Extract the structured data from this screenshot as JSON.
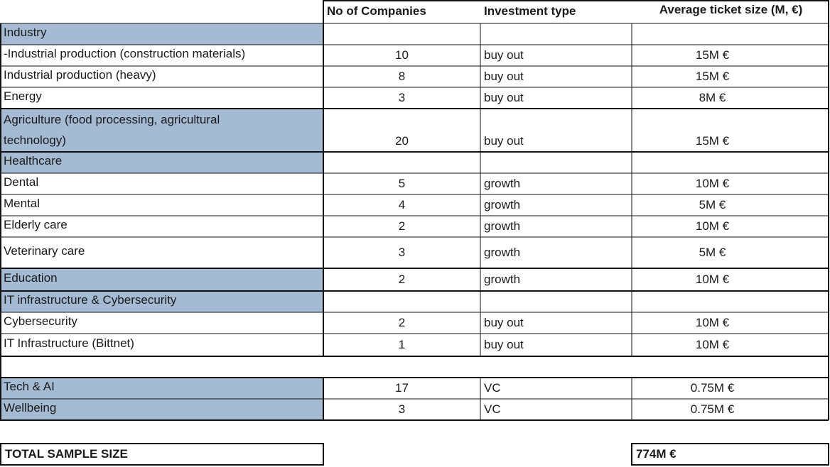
{
  "headers": {
    "companies": "No of Companies",
    "investment_type": "Investment type",
    "ticket_size": "Average ticket size (M, €)"
  },
  "rows": [
    {
      "label": "Industry",
      "category": true,
      "companies": "",
      "type": "",
      "ticket": ""
    },
    {
      "label": "-Industrial production (construction materials)",
      "category": false,
      "companies": "10",
      "type": "buy out",
      "ticket": "15M €"
    },
    {
      "label": "Industrial production (heavy)",
      "category": false,
      "companies": "8",
      "type": "buy out",
      "ticket": "15M €"
    },
    {
      "label": "Energy",
      "category": false,
      "companies": "3",
      "type": "buy out",
      "ticket": "8M €"
    },
    {
      "label": "Agriculture (food processing, agricultural",
      "label2": "technology)",
      "category": true,
      "companies": "20",
      "type": "buy out",
      "ticket": "15M €"
    },
    {
      "label": "Healthcare",
      "category": true,
      "companies": "",
      "type": "",
      "ticket": ""
    },
    {
      "label": "Dental",
      "category": false,
      "companies": "5",
      "type": "growth",
      "ticket": "10M €"
    },
    {
      "label": "Mental",
      "category": false,
      "companies": "4",
      "type": "growth",
      "ticket": "5M €"
    },
    {
      "label": "Elderly care",
      "category": false,
      "companies": "2",
      "type": "growth",
      "ticket": "10M €"
    },
    {
      "label": "Veterinary care",
      "category": false,
      "companies": "3",
      "type": "growth",
      "ticket": "5M €"
    },
    {
      "label": "Education",
      "category": true,
      "companies": "2",
      "type": "growth",
      "ticket": "10M €"
    },
    {
      "label": "IT infrastructure & Cybersecurity",
      "category": true,
      "companies": "",
      "type": "",
      "ticket": ""
    },
    {
      "label": "Cybersecurity",
      "category": false,
      "companies": "2",
      "type": "buy out",
      "ticket": "10M €"
    },
    {
      "label": "IT Infrastructure (Bittnet)",
      "category": false,
      "companies": "1",
      "type": "buy out",
      "ticket": "10M €"
    },
    {
      "label": "",
      "category": false,
      "companies": "",
      "type": "",
      "ticket": "",
      "blank": true
    },
    {
      "label": " Tech & AI",
      "category": true,
      "companies": "17",
      "type": "VC",
      "ticket": "0.75M €"
    },
    {
      "label": "Wellbeing",
      "category": true,
      "companies": "3",
      "type": "VC",
      "ticket": "0.75M €"
    }
  ],
  "total": {
    "label": "TOTAL SAMPLE SIZE",
    "value": "774M €"
  }
}
